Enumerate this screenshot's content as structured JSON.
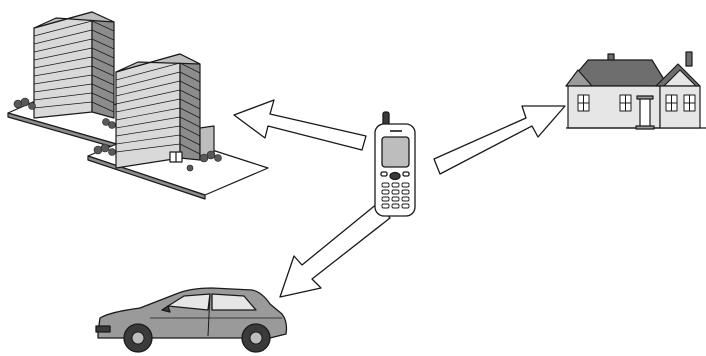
{
  "diagram": {
    "center_device": "mobile-phone-icon",
    "targets": [
      {
        "name": "office-buildings-icon",
        "arrow": "arrow-to-office"
      },
      {
        "name": "house-icon",
        "arrow": "arrow-to-house"
      },
      {
        "name": "car-icon",
        "arrow": "arrow-to-car"
      }
    ],
    "colors": {
      "line": "#1a1a1a",
      "building_fill": "#d9d9d9",
      "building_dark": "#8c8c8c",
      "ground": "#ffffff",
      "house_wall": "#e6e6e6",
      "roof": "#6e6e6e",
      "car_body": "#9a9a9a",
      "phone_screen": "#bdbdbd"
    }
  }
}
